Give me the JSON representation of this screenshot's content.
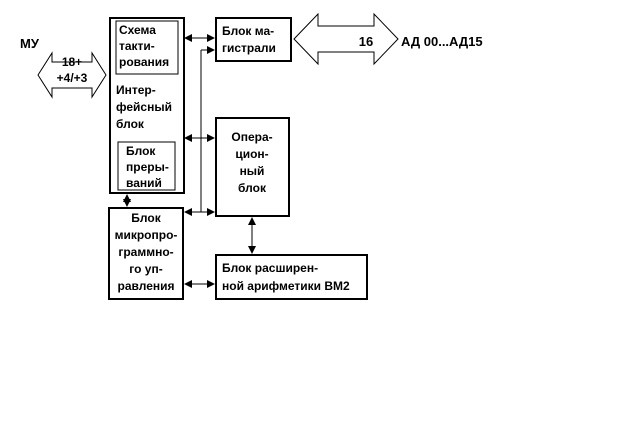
{
  "left_bus": {
    "label": "МУ",
    "lines": [
      "18+",
      "+4/+3"
    ]
  },
  "right_bus": {
    "width_label": "16",
    "label": "АД 00...АД15"
  },
  "blocks": {
    "interface": {
      "lines": [
        "Интер-",
        "фейсный",
        "блок"
      ],
      "clock": [
        "Схема",
        "такти-",
        "рования"
      ],
      "interrupt": [
        "Блок",
        "преры-",
        "ваний"
      ]
    },
    "bus_block": [
      "Блок ма-",
      "гистрали"
    ],
    "operational": [
      "Опера-",
      "цион-",
      "ный",
      "блок"
    ],
    "microprogram": [
      "Блок",
      "микропро-",
      "граммно-",
      "го уп-",
      "равления"
    ],
    "arith": [
      "Блок расширен-",
      "ной арифметики ВМ2"
    ]
  }
}
